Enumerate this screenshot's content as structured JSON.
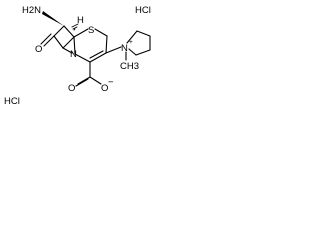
{
  "structure": {
    "atoms": {
      "amine": "H2N",
      "stereo_h": "H",
      "sulfur": "S",
      "nitrogen_ring": "N",
      "ketone_o": "O",
      "acid_o_double": "O",
      "acid_o_minus": "O",
      "minus_charge": "−",
      "pyrrolidinium_n": "N",
      "plus_charge": "+",
      "methyl": "CH3"
    },
    "salts": [
      "HCl",
      "HCl"
    ]
  }
}
